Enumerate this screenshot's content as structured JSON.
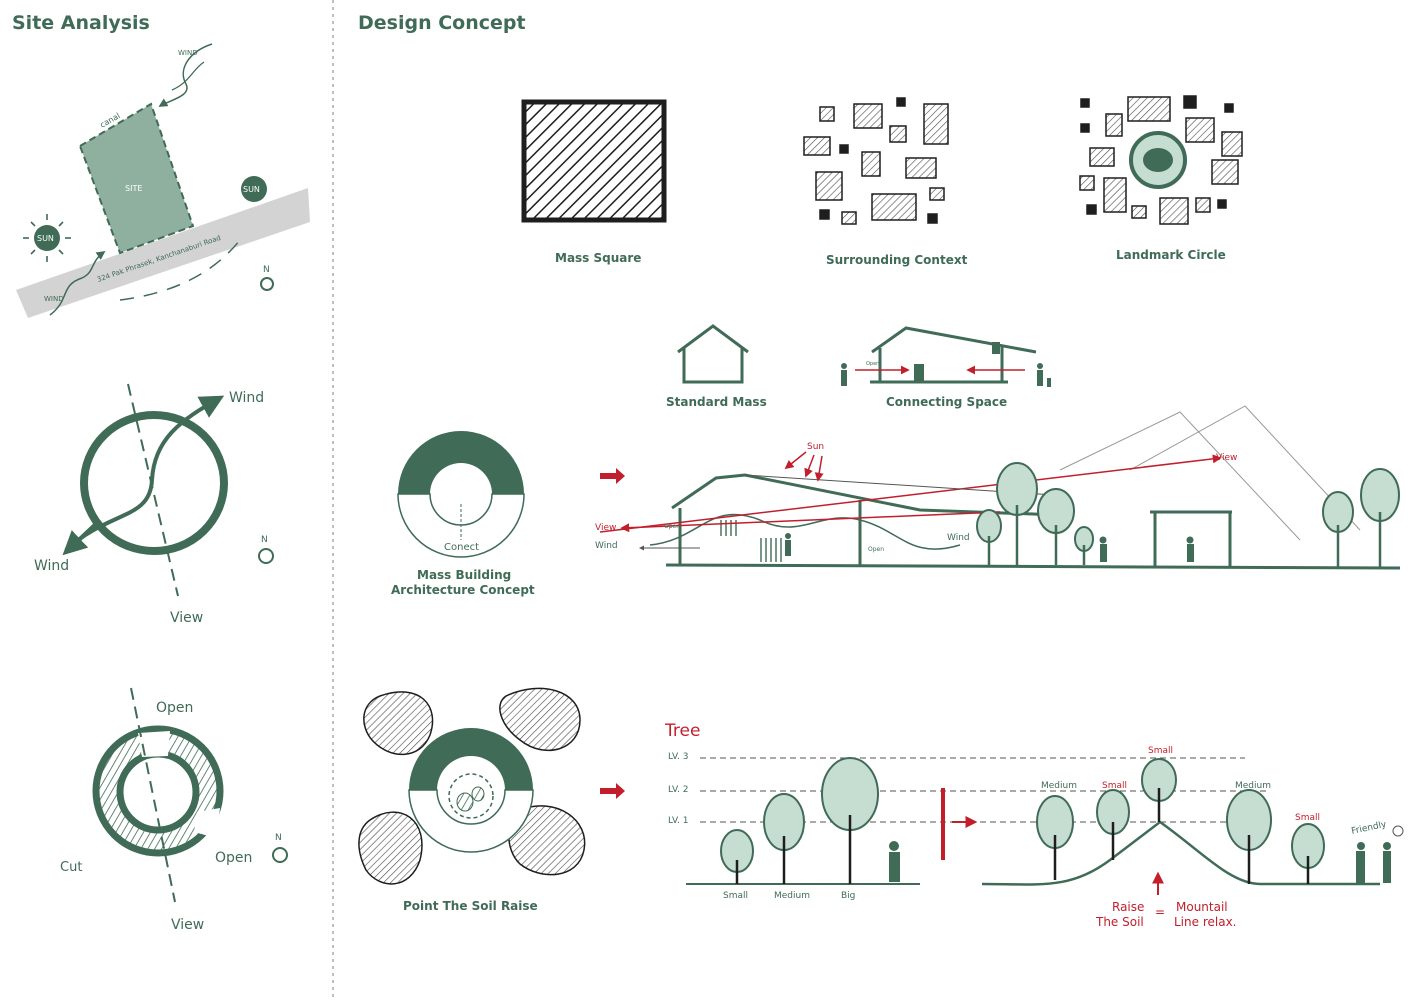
{
  "colors": {
    "green": "#3f6b57",
    "light_green": "#c6ddd2",
    "mid_green": "#8fb5a3",
    "red": "#c21e2c",
    "gray": "#d3d3d3",
    "dark": "#1e1e1e"
  },
  "site_analysis": {
    "title": "Site Analysis",
    "site_map": {
      "site": "SITE",
      "canal": "canal",
      "wind_top": "WIND",
      "wind_bottom": "WIND",
      "sun_left": "SUN",
      "sun_right": "SUN",
      "road": "324 Pak Phrasek, Kanchanaburi Road",
      "north": "N"
    },
    "compass_diagram": {
      "wind_ne": "Wind",
      "wind_sw": "Wind",
      "view": "View",
      "north": "N"
    },
    "opening_diagram": {
      "open_top": "Open",
      "open_right": "Open",
      "cut": "Cut",
      "view": "View",
      "north": "N"
    }
  },
  "design_concept": {
    "title": "Design Concept",
    "mass_square": "Mass Square",
    "surrounding_context": "Surrounding Context",
    "landmark_circle": "Landmark Circle",
    "standard_mass": "Standard Mass",
    "connecting_space": "Connecting Space",
    "open_small": "Open",
    "mass_building": {
      "line1": "Mass Building",
      "line2": "Architecture Concept",
      "connect": "Conect"
    },
    "section": {
      "sun": "Sun",
      "view_right": "View",
      "view_left": "View",
      "wind_left": "Wind",
      "wind_right": "Wind",
      "open1": "Open",
      "open2": "Open"
    },
    "point_soil": "Point The Soil Raise",
    "tree": {
      "title": "Tree",
      "levels": [
        "LV. 3",
        "LV. 2",
        "LV. 1"
      ],
      "left_labels": [
        "Small",
        "Medium",
        "Big"
      ],
      "right_labels": {
        "medium_left": "Medium",
        "small_a": "Small",
        "small_top": "Small",
        "medium_right": "Medium",
        "small_right": "Small",
        "friendly": "Friendly"
      },
      "raise_line1": "Raise",
      "raise_line2": "The Soil",
      "equals": "=",
      "mountain_line1": "Mountail",
      "mountain_line2": "Line relax."
    }
  }
}
